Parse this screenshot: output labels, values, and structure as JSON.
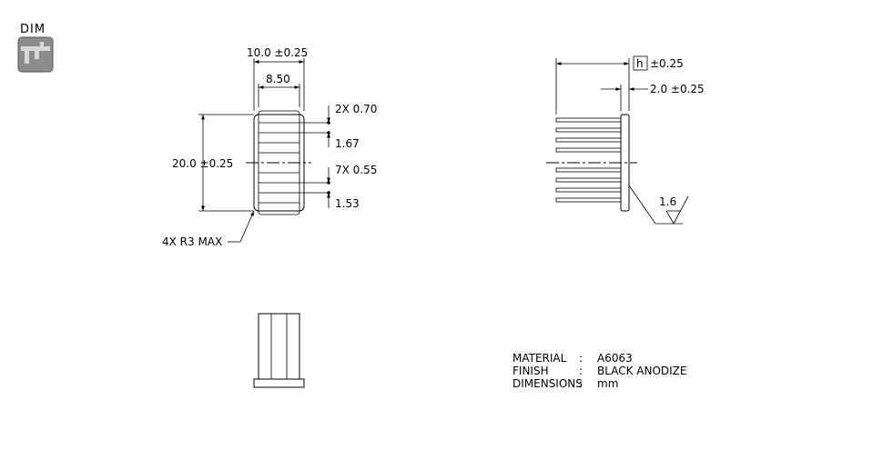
{
  "dim_button": {
    "label": "DIM",
    "icon": "caliper-icon"
  },
  "front_view": {
    "width_overall": "10.0 ±0.25",
    "width_inner": "8.50",
    "height_overall": "20.0 ±0.25",
    "outer_fin_thickness": "2X 0.70",
    "outer_fin_gap": "1.67",
    "inner_fin_thickness": "7X 0.55",
    "inner_fin_gap": "1.53",
    "corner_radius": "4X R3 MAX"
  },
  "side_view": {
    "height_symbol": "h",
    "height_tolerance": "±0.25",
    "base_thickness": "2.0 ±0.25",
    "surface_finish": "1.6"
  },
  "notes": [
    {
      "label": "MATERIAL",
      "sep": ":",
      "value": "A6063"
    },
    {
      "label": "FINISH",
      "sep": ":",
      "value": "BLACK ANODIZE"
    },
    {
      "label": "DIMENSIONS",
      "sep": ":",
      "value": "mm"
    }
  ]
}
